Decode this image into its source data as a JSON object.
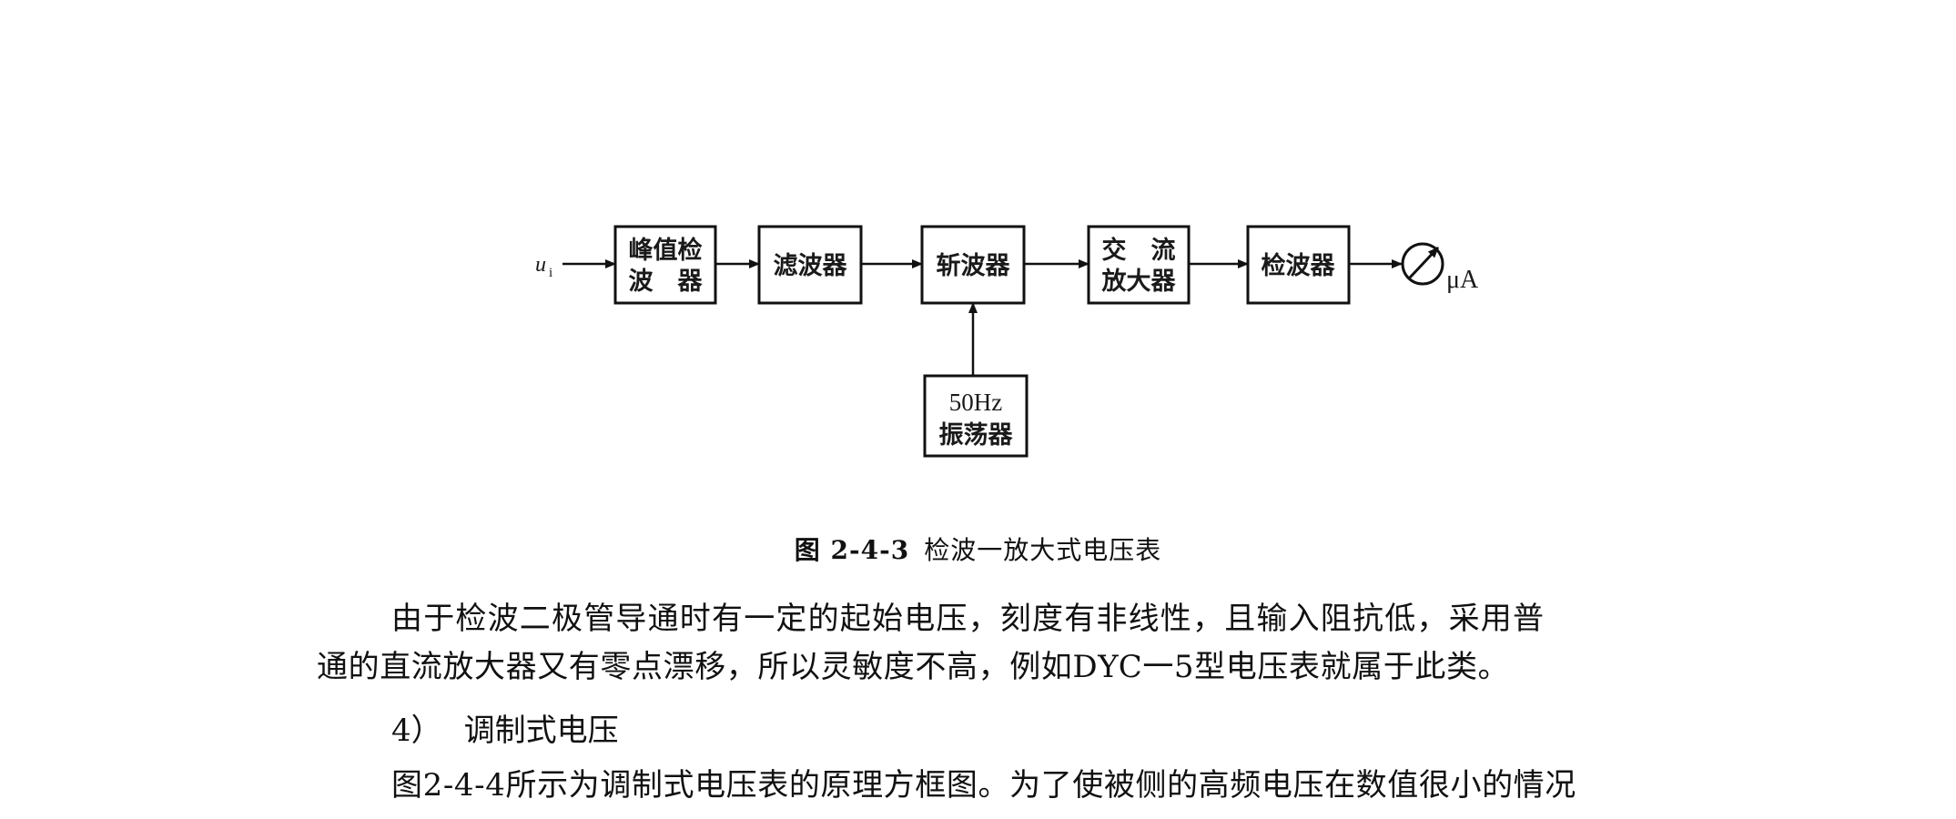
{
  "diagram": {
    "input_label": "u",
    "input_subscript": "i",
    "blocks": {
      "peak": {
        "line1": "峰值检",
        "line2": "波　器"
      },
      "filter": {
        "line1": "滤波器"
      },
      "chopper": {
        "line1": "斩波器"
      },
      "ac_amp": {
        "line1": "交　流",
        "line2": "放大器"
      },
      "detector": {
        "line1": "检波器"
      },
      "oscillator": {
        "line1": "50Hz",
        "line2": "振荡器"
      }
    },
    "meter_unit": "μA"
  },
  "caption": {
    "number": "图 2-4-3",
    "title": "检波一放大式电压表"
  },
  "body": {
    "para1_line1": "由于检波二极管导通时有一定的起始电压，刻度有非线性，且输入阻抗低，采用普",
    "para1_line2": "通的直流放大器又有零点漂移，所以灵敏度不高，例如DYC一5型电压表就属于此类。",
    "section_number": "4）",
    "section_title": "调制式电压",
    "para2_line1": "图2-4-4所示为调制式电压表的原理方框图。为了使被侧的高频电压在数值很小的情况"
  }
}
